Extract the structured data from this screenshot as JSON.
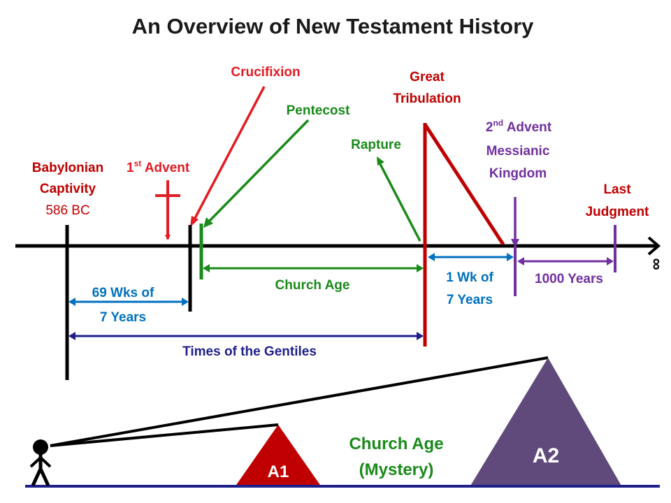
{
  "title": "An Overview of New Testament History",
  "colors": {
    "black": "#000000",
    "red": "#e31b23",
    "dark_red": "#c00000",
    "green": "#1a8a1a",
    "blue": "#0070c0",
    "navy": "#1f1f8c",
    "purple": "#7030a0",
    "purple_fill": "#604a7b"
  },
  "labels": {
    "babylonian_line1": "Babylonian",
    "babylonian_line2": "Captivity",
    "babylonian_year": "586 BC",
    "first_advent_num": "1",
    "first_advent_sup": "st",
    "first_advent_text": " Advent",
    "crucifixion": "Crucifixion",
    "pentecost": "Pentecost",
    "rapture": "Rapture",
    "great_tribulation_line1": "Great",
    "great_tribulation_line2": "Tribulation",
    "second_advent_num": "2",
    "second_advent_sup": "nd",
    "second_advent_text": " Advent",
    "messianic_line1": "Messianic",
    "messianic_line2": "Kingdom",
    "last_judgment_line1": "Last",
    "last_judgment_line2": "Judgment",
    "infinity": "∞",
    "wks69_line1": "69 Wks of",
    "wks69_line2": "7 Years",
    "church_age": "Church Age",
    "wk1_line1": "1 Wk of",
    "wk1_line2": "7 Years",
    "thousand_years": "1000 Years",
    "times_gentiles": "Times of the Gentiles",
    "church_age_mystery_line1": "Church Age",
    "church_age_mystery_line2": "(Mystery)",
    "a1": "A1",
    "a2": "A2"
  }
}
